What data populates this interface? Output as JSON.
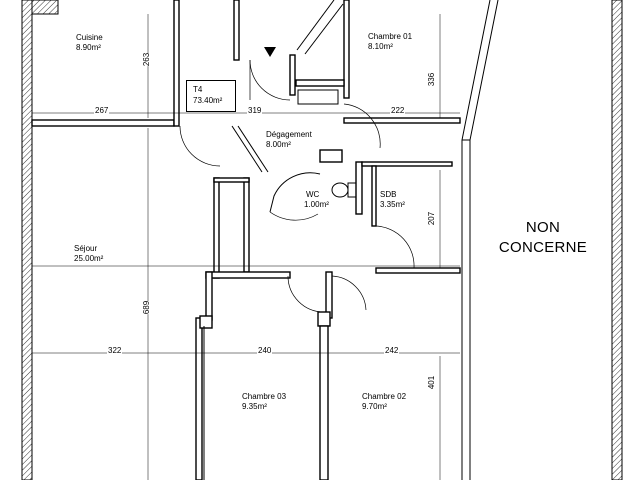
{
  "apartment": {
    "type": "T4",
    "area": "73.40m²"
  },
  "rooms": {
    "cuisine": {
      "name": "Cuisine",
      "area": "8.90m²"
    },
    "chambre01": {
      "name": "Chambre 01",
      "area": "8.10m²"
    },
    "degagement": {
      "name": "Dégagement",
      "area": "8.00m²"
    },
    "wc": {
      "name": "WC",
      "area": "1.00m²"
    },
    "sdb": {
      "name": "SDB",
      "area": "3.35m²"
    },
    "sejour": {
      "name": "Séjour",
      "area": "25.00m²"
    },
    "chambre03": {
      "name": "Chambre 03",
      "area": "9.35m²"
    },
    "chambre02": {
      "name": "Chambre 02",
      "area": "9.70m²"
    }
  },
  "dimensions": {
    "d267": "267",
    "d319": "319",
    "d222": "222",
    "d263": "263",
    "d336": "336",
    "d207": "207",
    "d689": "689",
    "d322": "322",
    "d240": "240",
    "d242": "242",
    "d401": "401"
  },
  "non_concerne": {
    "line1": "NON",
    "line2": "CONCERNE"
  }
}
